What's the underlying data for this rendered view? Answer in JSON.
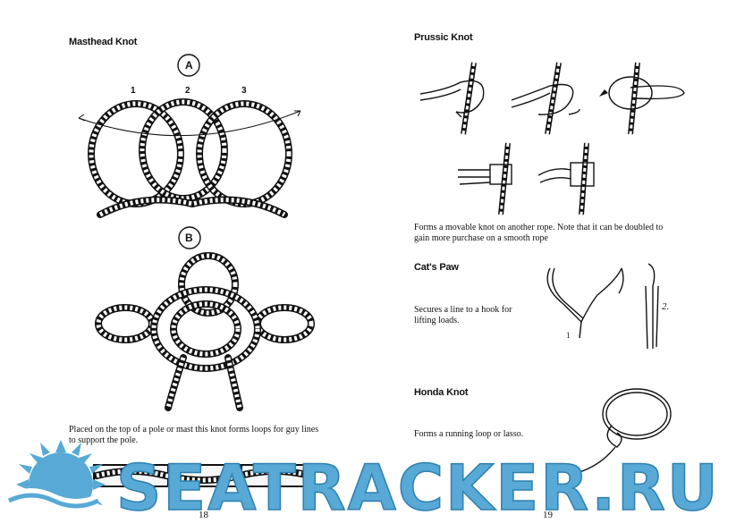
{
  "left_page": {
    "title": "Masthead Knot",
    "figure_a_label": "A",
    "figure_b_label": "B",
    "loop_numbers": [
      "1",
      "2",
      "3"
    ],
    "caption_line1": "Placed on the top of a pole or mast this knot forms loops for guy lines",
    "caption_line2": "to support the pole.",
    "page_number": "18"
  },
  "right_page": {
    "prussic_title": "Prussic Knot",
    "prussic_text_line1": "Forms a movable knot on another rope. Note that it can be doubled to",
    "prussic_text_line2": "gain more purchase on a smooth rope",
    "cats_paw_title": "Cat's Paw",
    "cats_paw_text_line1": "Secures a line to a hook for",
    "cats_paw_text_line2": "lifting loads.",
    "cats_paw_step_labels": [
      "1",
      "2."
    ],
    "honda_title": "Honda Knot",
    "honda_text": "Forms a running loop or lasso.",
    "page_number": "19"
  },
  "watermark": {
    "text": "SEATRACKER.RU",
    "color": "#58a9d6",
    "icon": "sun-icon"
  }
}
